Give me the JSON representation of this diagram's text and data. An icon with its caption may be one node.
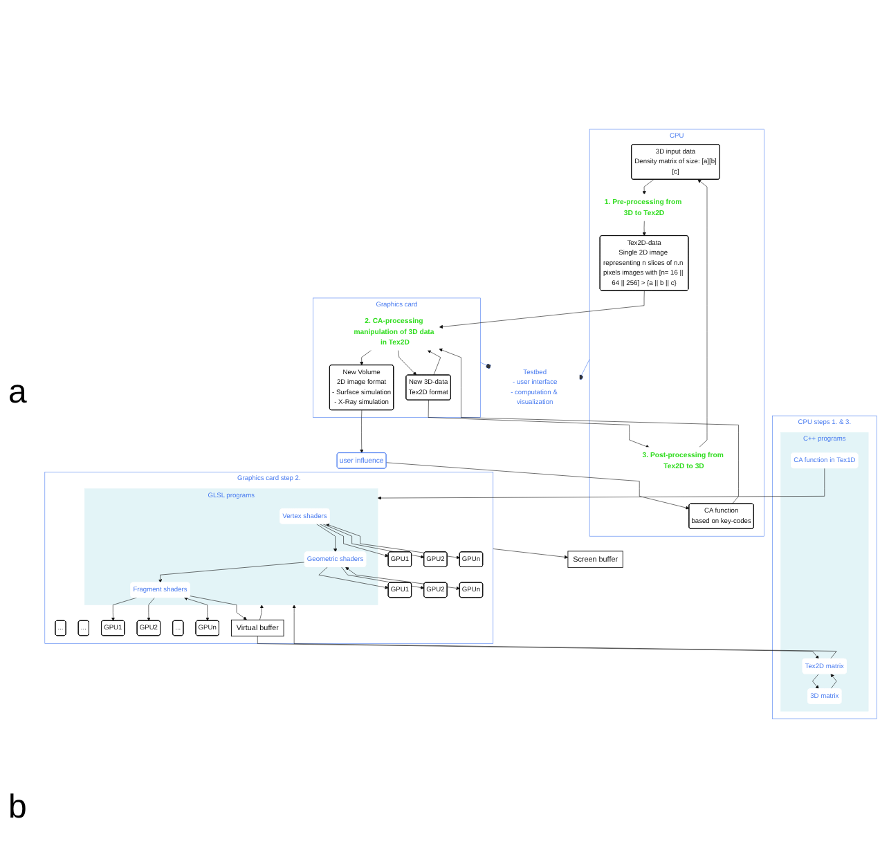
{
  "diagram": {
    "nodes": [
      {
        "text": [
          "CPU"
        ]
      },
      {
        "text": [
          "3D input data",
          "Density matrix of size: [a][b][c]"
        ],
        "in": 0
      },
      {
        "text": [
          "1. Pre-processing from 3D to Tex2D"
        ],
        "in": 0
      },
      {
        "text": [
          "Tex2D-data",
          "Single 2D image representing n slices of n.n pixels images with [n= 16 || 64 || 256] > {a || b || c}"
        ],
        "in": 0
      },
      {
        "text": [
          "3. Post-processing from Tex2D to 3D"
        ],
        "in": 0
      },
      {
        "text": [
          "CA function",
          "based on key-codes"
        ],
        "in": 0
      },
      {
        "text": [
          "user influence"
        ]
      },
      {
        "text": [
          "Graphics card"
        ]
      },
      {
        "text": [
          "2. CA-processing manipulation of 3D data in Tex2D"
        ],
        "in": 7
      },
      {
        "text": [
          "New Volume",
          "2D image format",
          "- Surface simulation",
          "- X-Ray simulation"
        ],
        "in": 7
      },
      {
        "text": [
          "New 3D-data",
          "Tex2D format"
        ],
        "in": 7
      },
      {
        "text": [
          "Testbed",
          "- user interface",
          "- computation & visualization"
        ]
      },
      {
        "text": [
          "CPU steps 1. & 3."
        ]
      },
      {
        "text": [
          "C++ programs"
        ],
        "in": 12
      },
      {
        "text": [
          "CA function in Tex1D"
        ],
        "in": 13
      },
      {
        "text": [
          "Tex2D matrix"
        ],
        "in": 13
      },
      {
        "text": [
          "3D matrix"
        ],
        "in": 13
      },
      {
        "text": [
          "Graphics card step 2."
        ]
      },
      {
        "text": [
          "GLSL programs"
        ],
        "in": 17
      },
      {
        "text": [
          "Vertex shaders"
        ],
        "in": 18
      },
      {
        "text": [
          "Geometric shaders"
        ],
        "in": 18
      },
      {
        "text": [
          "Fragment shaders"
        ],
        "in": 18
      },
      {
        "text": [
          "GPU1"
        ],
        "in": 17
      },
      {
        "text": [
          "GPU2"
        ],
        "in": 17
      },
      {
        "text": [
          "..."
        ],
        "in": 17
      },
      {
        "text": [
          "GPUn"
        ],
        "in": 17
      },
      {
        "text": [
          "GPU1"
        ],
        "in": 17
      },
      {
        "text": [
          "GPU2"
        ],
        "in": 17
      },
      {
        "text": [
          "..."
        ],
        "in": 17
      },
      {
        "text": [
          "GPUn"
        ],
        "in": 17
      },
      {
        "text": [
          "GPU1"
        ],
        "in": 17
      },
      {
        "text": [
          "GPU2"
        ],
        "in": 17
      },
      {
        "text": [
          "..."
        ],
        "in": 17
      },
      {
        "text": [
          "GPUn"
        ],
        "in": 17
      },
      {
        "text": [
          "Virtual buffer"
        ],
        "in": 17
      },
      {
        "text": [
          "Screen buffer"
        ]
      }
    ],
    "edges": [
      {
        "from": 4,
        "to": 1,
        "arrow": "to"
      },
      {
        "from": 1,
        "to": 2,
        "arrow": "to"
      },
      {
        "from": 2,
        "to": 3,
        "arrow": "to"
      },
      {
        "from": 3,
        "to": 8,
        "arrow": "to"
      },
      {
        "from": 5,
        "to": 8,
        "arrow": "to"
      },
      {
        "from": 6,
        "to": 5,
        "arrow": "to"
      },
      {
        "from": 9,
        "to": 6,
        "arrow": "to"
      },
      {
        "from": 8,
        "to": 9,
        "arrow": "to"
      },
      {
        "from": 8,
        "to": 10,
        "arrow": "to"
      },
      {
        "from": 10,
        "to": 4,
        "arrow": "to"
      },
      {
        "from": 10,
        "to": 8,
        "arrow": "to"
      },
      {
        "from": 0,
        "to": 11,
        "arrow": "other",
        "color": "#4a7cf0"
      },
      {
        "from": 7,
        "to": 11,
        "arrow": "other",
        "color": "#4a7cf0"
      },
      {
        "from": 15,
        "to": 16,
        "arrow": "to"
      },
      {
        "from": 16,
        "to": 15,
        "arrow": "to"
      },
      {
        "from": 34,
        "to": 15,
        "arrow": "to"
      },
      {
        "from": 14,
        "to": 18,
        "arrow": "to"
      },
      {
        "from": 15,
        "to": 18,
        "arrow": "to"
      },
      {
        "from": 34,
        "to": 18,
        "arrow": "to"
      },
      {
        "from": 17,
        "to": 35,
        "arrow": "to"
      },
      {
        "from": 19,
        "to": 22,
        "arrow": "to"
      },
      {
        "from": 19,
        "to": 23,
        "arrow": "to"
      },
      {
        "from": 19,
        "to": 25,
        "arrow": "both"
      },
      {
        "from": 20,
        "to": 26,
        "arrow": "to"
      },
      {
        "from": 20,
        "to": 27,
        "arrow": "to"
      },
      {
        "from": 20,
        "to": 29,
        "arrow": "both"
      },
      {
        "from": 21,
        "to": 30,
        "arrow": "to"
      },
      {
        "from": 21,
        "to": 31,
        "arrow": "to"
      },
      {
        "from": 21,
        "to": 33,
        "arrow": "both"
      },
      {
        "from": 19,
        "to": 20,
        "arrow": "to"
      },
      {
        "from": 20,
        "to": 21,
        "arrow": "to"
      },
      {
        "from": 21,
        "to": 34,
        "arrow": "to"
      }
    ],
    "labels": [
      "a",
      "b"
    ]
  }
}
